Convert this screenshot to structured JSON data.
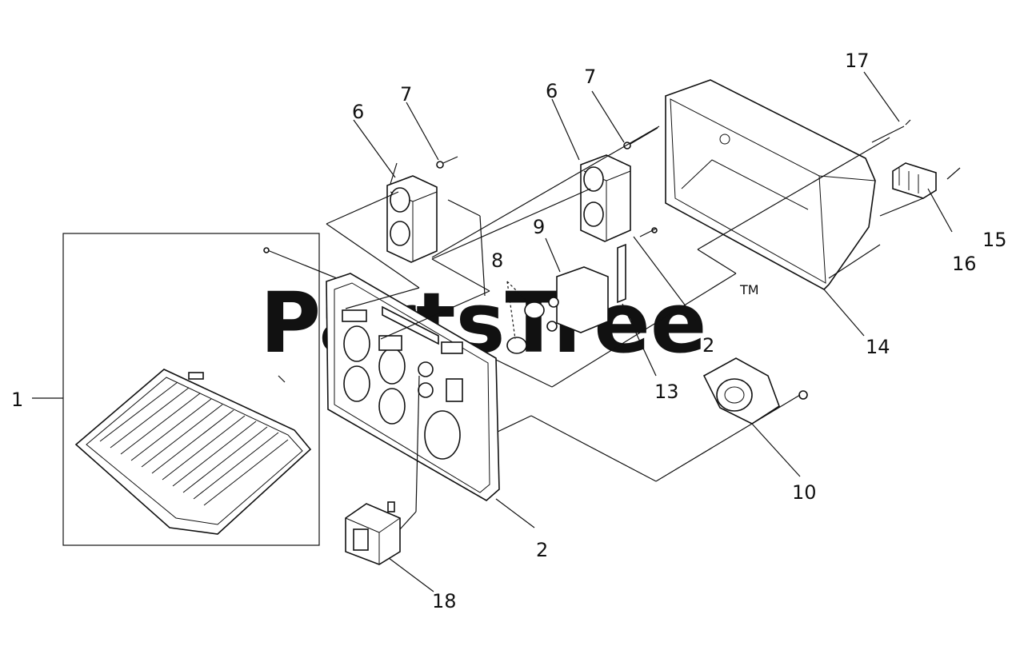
{
  "diagram": {
    "watermark": "PartsTree",
    "trademark": "TM",
    "callouts": {
      "c1": "1",
      "c2a": "2",
      "c2b": "2",
      "c6a": "6",
      "c6b": "6",
      "c7a": "7",
      "c7b": "7",
      "c8": "8",
      "c9": "9",
      "c10": "10",
      "c13": "13",
      "c14": "14",
      "c15": "15",
      "c16": "16",
      "c17": "17",
      "c18": "18"
    }
  }
}
